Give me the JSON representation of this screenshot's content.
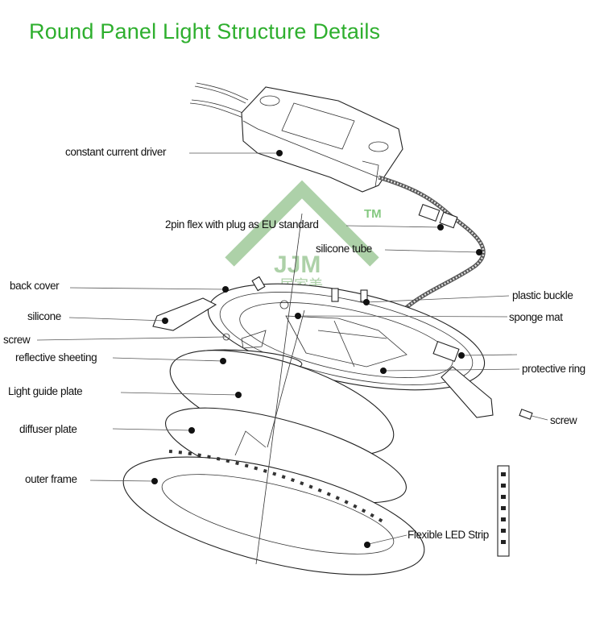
{
  "title": "Round Panel Light Structure Details",
  "watermark": {
    "brand": "JJM",
    "tm": "TM",
    "chinese": "居家美",
    "color": "#9fc99a"
  },
  "colors": {
    "title": "#2eaf2e",
    "ink": "#111111"
  },
  "labels": {
    "driver": "constant current driver",
    "plug": "2pin flex with plug as EU standard",
    "silicone_tube": "silicone tube",
    "back_cover": "back cover",
    "plastic_buckle": "plastic buckle",
    "silicone": "silicone",
    "sponge_mat": "sponge mat",
    "screw_left": "screw",
    "reflective": "reflective sheeting",
    "protective_ring": "protective ring",
    "light_guide": "Light guide plate",
    "screw_right": "screw",
    "diffuser": "diffuser plate",
    "outer_frame": "outer frame",
    "led_strip": "Flexible LED Strip"
  }
}
